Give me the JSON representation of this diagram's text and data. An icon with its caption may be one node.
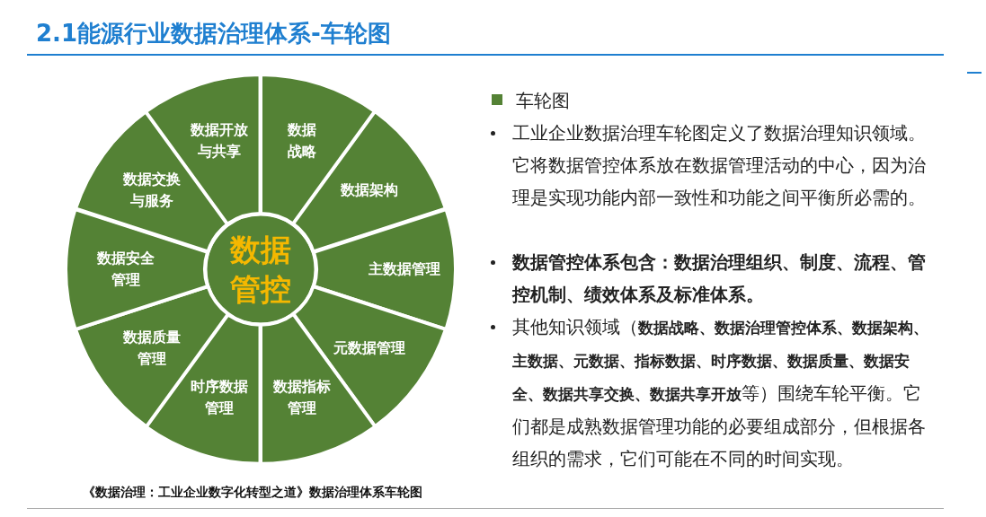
{
  "diagram": {
    "title": "2.1能源行业数据治理体系-车轮图",
    "caption": "《数据治理：工业企业数字化转型之道》数据治理体系车轮图",
    "nodes": [
      {
        "text": [
          "数据管控"
        ]
      },
      {
        "text": [
          "数据战略"
        ]
      },
      {
        "text": [
          "数据架构"
        ]
      },
      {
        "text": [
          "主数据管理"
        ]
      },
      {
        "text": [
          "元数据管理"
        ]
      },
      {
        "text": [
          "数据指标管理"
        ]
      },
      {
        "text": [
          "时序数据管理"
        ]
      },
      {
        "text": [
          "数据质量管理"
        ]
      },
      {
        "text": [
          "数据安全管理"
        ]
      },
      {
        "text": [
          "数据交换与服务"
        ]
      },
      {
        "text": [
          "数据开放与共享"
        ]
      }
    ],
    "edges": [],
    "labels": [
      "车轮图",
      "工业企业数据治理车轮图定义了数据治理知识领域。它将数据管控体系放在数据管理活动的中心，因为治理是实现功能内部一致性和功能之间平衡所必需的。",
      "数据管控体系包含：数据治理组织、制度、流程、管控机制、绩效体系及标准体系。",
      "其他知识领域（**数据战略、数据治理管控体系、数据架构、主数据、元数据、指标数据、时序数据、数据质量、数据安全、数据共享交换、数据共享开放**等）围绕车轮平衡。它们都是成熟数据管理功能的必要组成部分，但根据各组织的需求，它们可能在不同的时间实现。"
    ]
  }
}
